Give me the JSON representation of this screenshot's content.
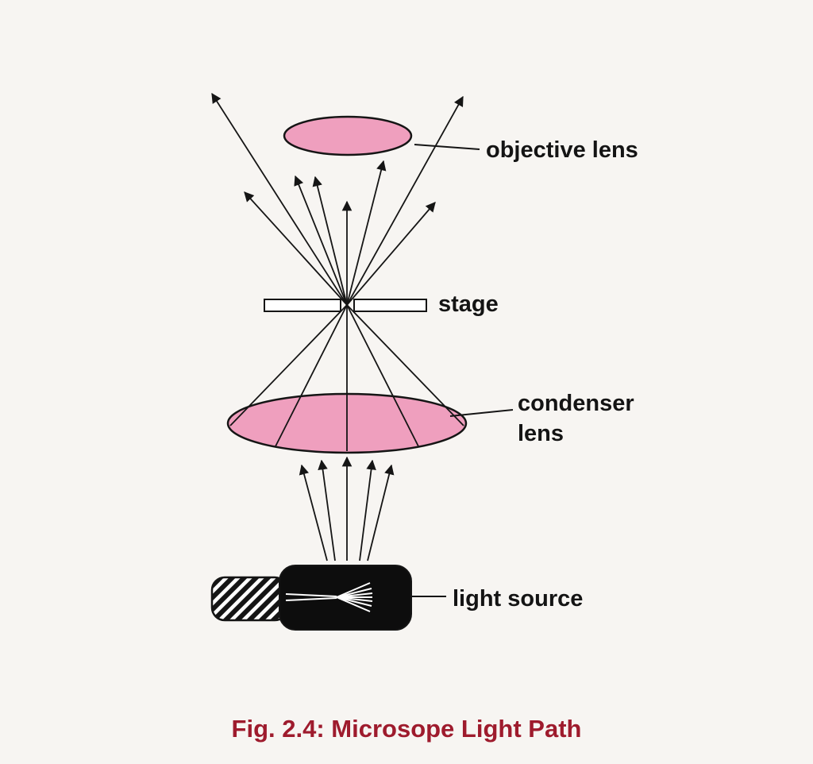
{
  "figure": {
    "caption": "Fig. 2.4: Microsope Light Path"
  },
  "labels": {
    "objective_lens": "objective lens",
    "stage": "stage",
    "condenser_lens": "condenser lens",
    "light_source": "light source"
  },
  "colors": {
    "background": "#f7f5f2",
    "lens_pink": "#ef9fbe",
    "outline_black": "#151515",
    "lamp_black": "#0d0d0d",
    "stage_white": "#ffffff",
    "caption_red": "#9e1b2d",
    "label_black": "#141414"
  }
}
